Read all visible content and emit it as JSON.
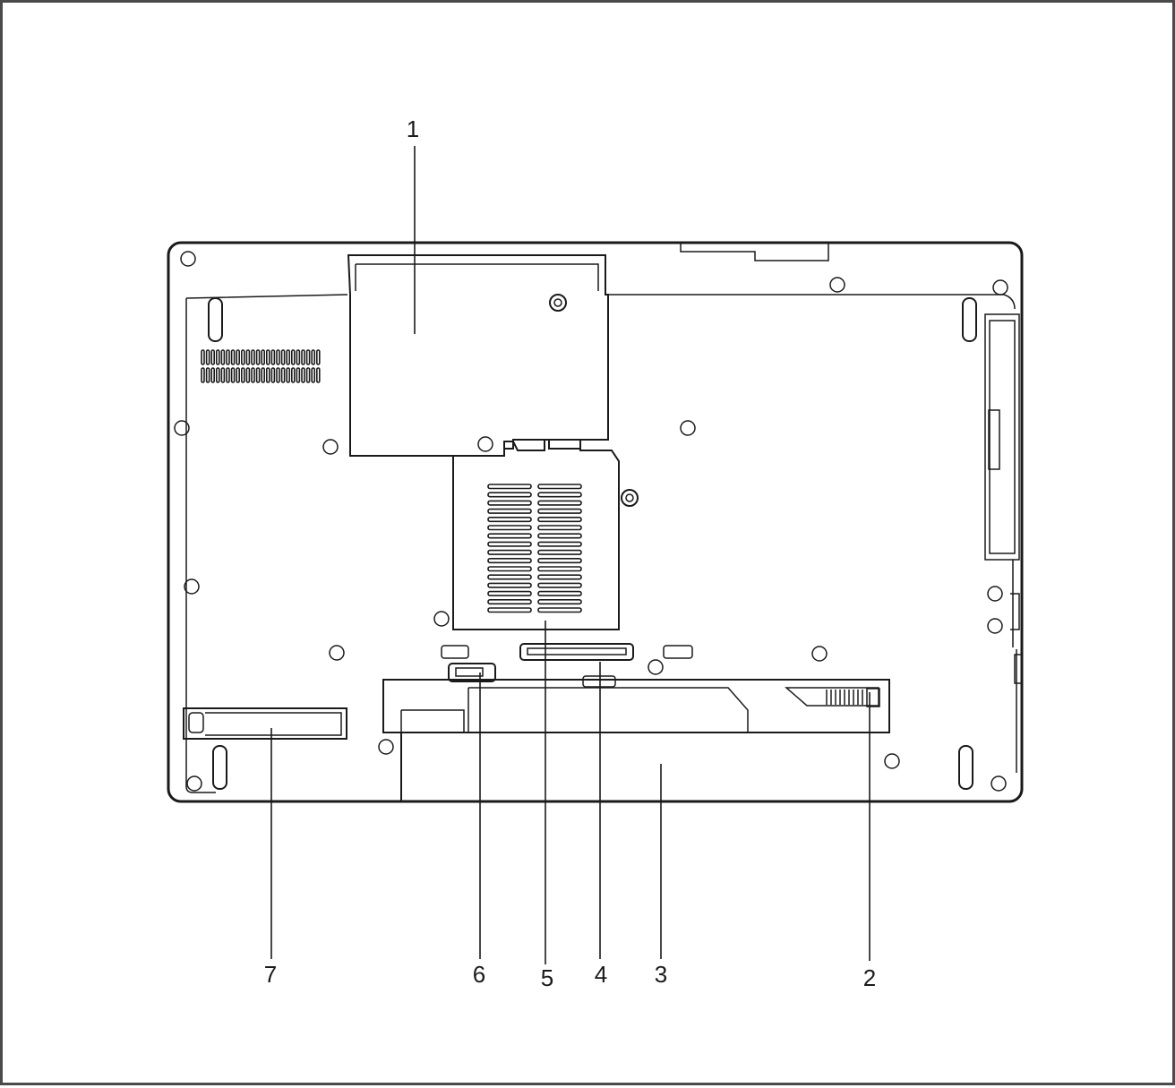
{
  "diagram": {
    "callouts": [
      {
        "id": "1",
        "label": "1"
      },
      {
        "id": "2",
        "label": "2"
      },
      {
        "id": "3",
        "label": "3"
      },
      {
        "id": "4",
        "label": "4"
      },
      {
        "id": "5",
        "label": "5"
      },
      {
        "id": "6",
        "label": "6"
      },
      {
        "id": "7",
        "label": "7"
      }
    ]
  },
  "colors": {
    "line": "#1a1a1a",
    "frame": "#4a4a4a",
    "background": "#ffffff"
  }
}
